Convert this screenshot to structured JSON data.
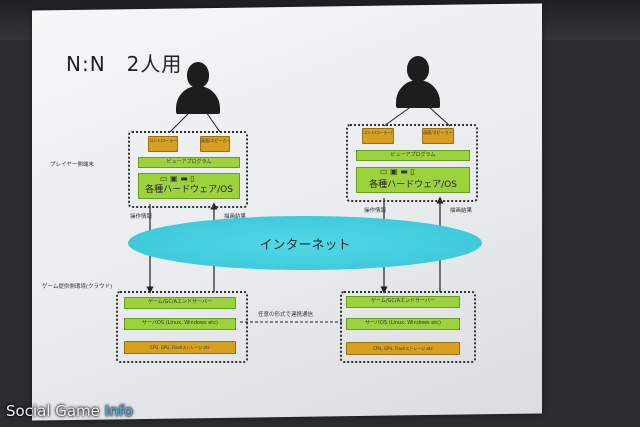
{
  "slide": {
    "title": "N:N　2人用",
    "internet": "インターネット",
    "player_side": "プレイヤー側端末",
    "service_side": "ゲーム提供側環境(クラウド)",
    "op_info": "操作情報",
    "render_result": "描画結果",
    "async_comm": "任意の形式で連携通信"
  },
  "players": [
    {
      "viewer": "ビューアプログラム",
      "hardware": "各種ハードウェア/OS",
      "left_box": "コントローラー/キーボード",
      "right_box": "画面/スピーカー",
      "devices": "▭ ▣ ▬ ▯"
    },
    {
      "viewer": "ビューアプログラム",
      "hardware": "各種ハードウェア/OS",
      "left_box": "コントローラー/キーボード",
      "right_box": "画面/スピーカー",
      "devices": "▭ ▣ ▬ ▯"
    }
  ],
  "servers": [
    {
      "engine": "ゲーム/GC/Aエンドサーバー",
      "os": "サーバOS (Linux, Windows etc)",
      "hw": "CPU, GPU, Flashストレージ etc"
    },
    {
      "engine": "ゲーム/GC/Aエンドサーバー",
      "os": "サーバOS (Linux, Windows etc)",
      "hw": "CPU, GPU, Flashストレージ etc"
    }
  ],
  "watermark": {
    "part1": "Social Game",
    "part2": "Info"
  }
}
